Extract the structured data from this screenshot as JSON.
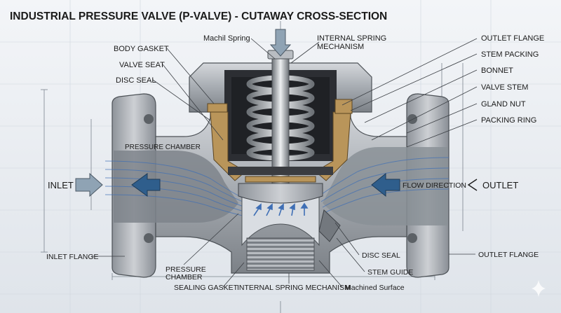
{
  "title": "INDUSTRIAL PRESSURE VALVE (P-VALVE) - CUTAWAY CROSS-SECTION",
  "labels": {
    "machil_spring": "Machil Spring",
    "internal_spring_mech_top": "INTERNAL SPRING\nMECHANISM",
    "body_gasket": "BODY GASKET",
    "valve_seat": "VALVE SEAT",
    "disc_seal_left": "DISC SEAL",
    "pressure_chamber_inner": "PRESSURE CHAMBER",
    "inlet": "INLET",
    "inlet_flange": "INLET FLANGE",
    "pressure_chamber_bottom": "PRESSURE\nCHAMBER",
    "sealing_gasket": "SEALING GASKET",
    "internal_spring_mech_bottom": "INTERNAL SPRING MECHANISM",
    "machined_surface": "Machined Surface",
    "stem_guide": "STEM GUIDE",
    "disc_seal_right": "DISC SEAL",
    "outlet_flange_bottom": "OUTLET FLANGE",
    "outlet_flange_top": "OUTLET FLANGE",
    "stem_packing": "STEM PACKING",
    "bonnet": "BONNET",
    "valve_stem": "VALVE STEM",
    "gland_nut": "GLAND NUT",
    "packing_ring": "PACKING RING",
    "flow_direction": "FLOW DIRECTION",
    "outlet": "OUTLET"
  },
  "colors": {
    "steel_light": "#c9ccd0",
    "steel_mid": "#9ea3a9",
    "steel_dark": "#5f646a",
    "cavity": "#2a2c30",
    "brass": "#b9955a",
    "flow_blue": "#3f6fb5",
    "arrow_fill": "#8fa3b4",
    "ink": "#1b1b1b"
  }
}
